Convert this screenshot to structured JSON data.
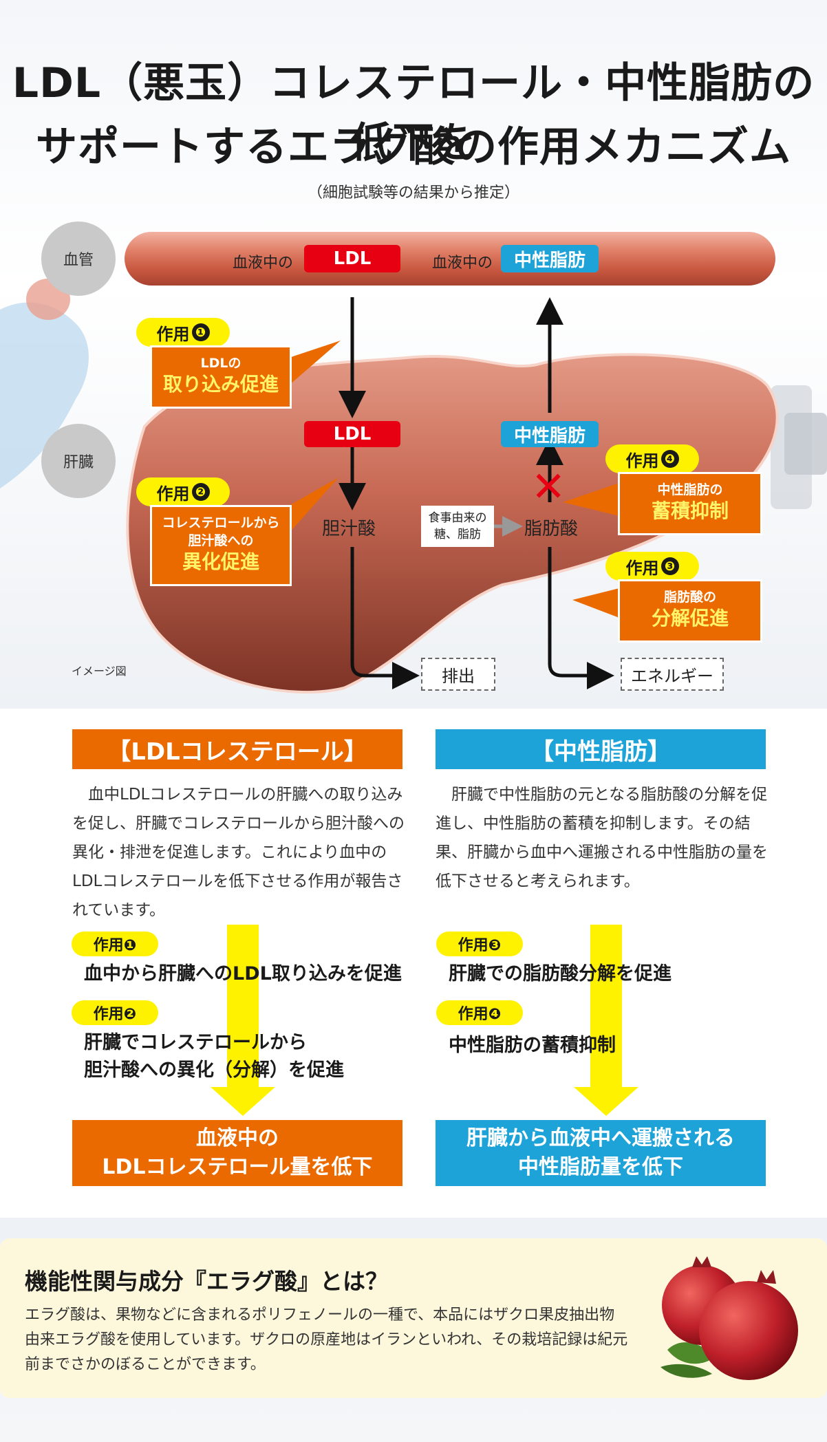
{
  "title": {
    "line1": "LDL（悪玉）コレステロール・中性脂肪の低下を",
    "line2": "サポートするエラグ酸の作用メカニズム",
    "subtitle": "（細胞試験等の結果から推定）"
  },
  "diagram": {
    "label_vessel": "血管",
    "label_liver": "肝臓",
    "vessel_ldl_prefix": "血液中の",
    "vessel_ldl_tag": "LDL",
    "vessel_tg_prefix": "血液中の",
    "vessel_tg_tag": "中性脂肪",
    "liver_ldl_tag": "LDL",
    "liver_tg_tag": "中性脂肪",
    "bile_acid": "胆汁酸",
    "fatty_acid": "脂肪酸",
    "food_line1": "食事由来の",
    "food_line2": "糖、脂肪",
    "excretion": "排出",
    "energy": "エネルギー",
    "image_note": "イメージ図",
    "cross_mark": "✕",
    "action_prefix": "作用",
    "action1": {
      "num": "❶",
      "line1": "LDLの",
      "line2": "取り込み促進"
    },
    "action2": {
      "num": "❷",
      "line1": "コレステロールから",
      "line1b": "胆汁酸への",
      "line2": "異化促進"
    },
    "action4": {
      "num": "❹",
      "line1": "中性脂肪の",
      "line2": "蓄積抑制"
    },
    "action3": {
      "num": "❸",
      "line1": "脂肪酸の",
      "line2": "分解促進"
    }
  },
  "ldl_column": {
    "header": "【LDLコレステロール】",
    "body": "血中LDLコレステロールの肝臓への取り込みを促し、肝臓でコレステロールから胆汁酸への異化・排泄を促進します。これにより血中のLDLコレステロールを低下させる作用が報告されています。",
    "action_a_label": "作用❶",
    "action_a_text": "血中から肝臓へのLDL取り込みを促進",
    "action_b_label": "作用❷",
    "action_b_text1": "肝臓でコレステロールから",
    "action_b_text2": "胆汁酸への異化（分解）を促進",
    "result1": "血液中の",
    "result2": "LDLコレステロール量を低下"
  },
  "tg_column": {
    "header": "【中性脂肪】",
    "body": "肝臓で中性脂肪の元となる脂肪酸の分解を促進し、中性脂肪の蓄積を抑制します。その結果、肝臓から血中へ運搬される中性脂肪の量を低下させると考えられます。",
    "action_a_label": "作用❸",
    "action_a_text": "肝臓での脂肪酸分解を促進",
    "action_b_label": "作用❹",
    "action_b_text": "中性脂肪の蓄積抑制",
    "result1": "肝臓から血液中へ運搬される",
    "result2": "中性脂肪量を低下"
  },
  "info": {
    "title": "機能性関与成分『エラグ酸』とは？",
    "line1": "エラグ酸は、果物などに含まれるポリフェノールの一種で、本品にはザクロ果皮抽出物",
    "line2": "由来エラグ酸を使用しています。ザクロの原産地はイランといわれ、その栽培記録は紀元",
    "line3": "前までさかのぼることができます。"
  },
  "colors": {
    "orange": "#ea6a00",
    "blue": "#1ea3d8",
    "red": "#e60012",
    "yellow": "#fff200"
  }
}
